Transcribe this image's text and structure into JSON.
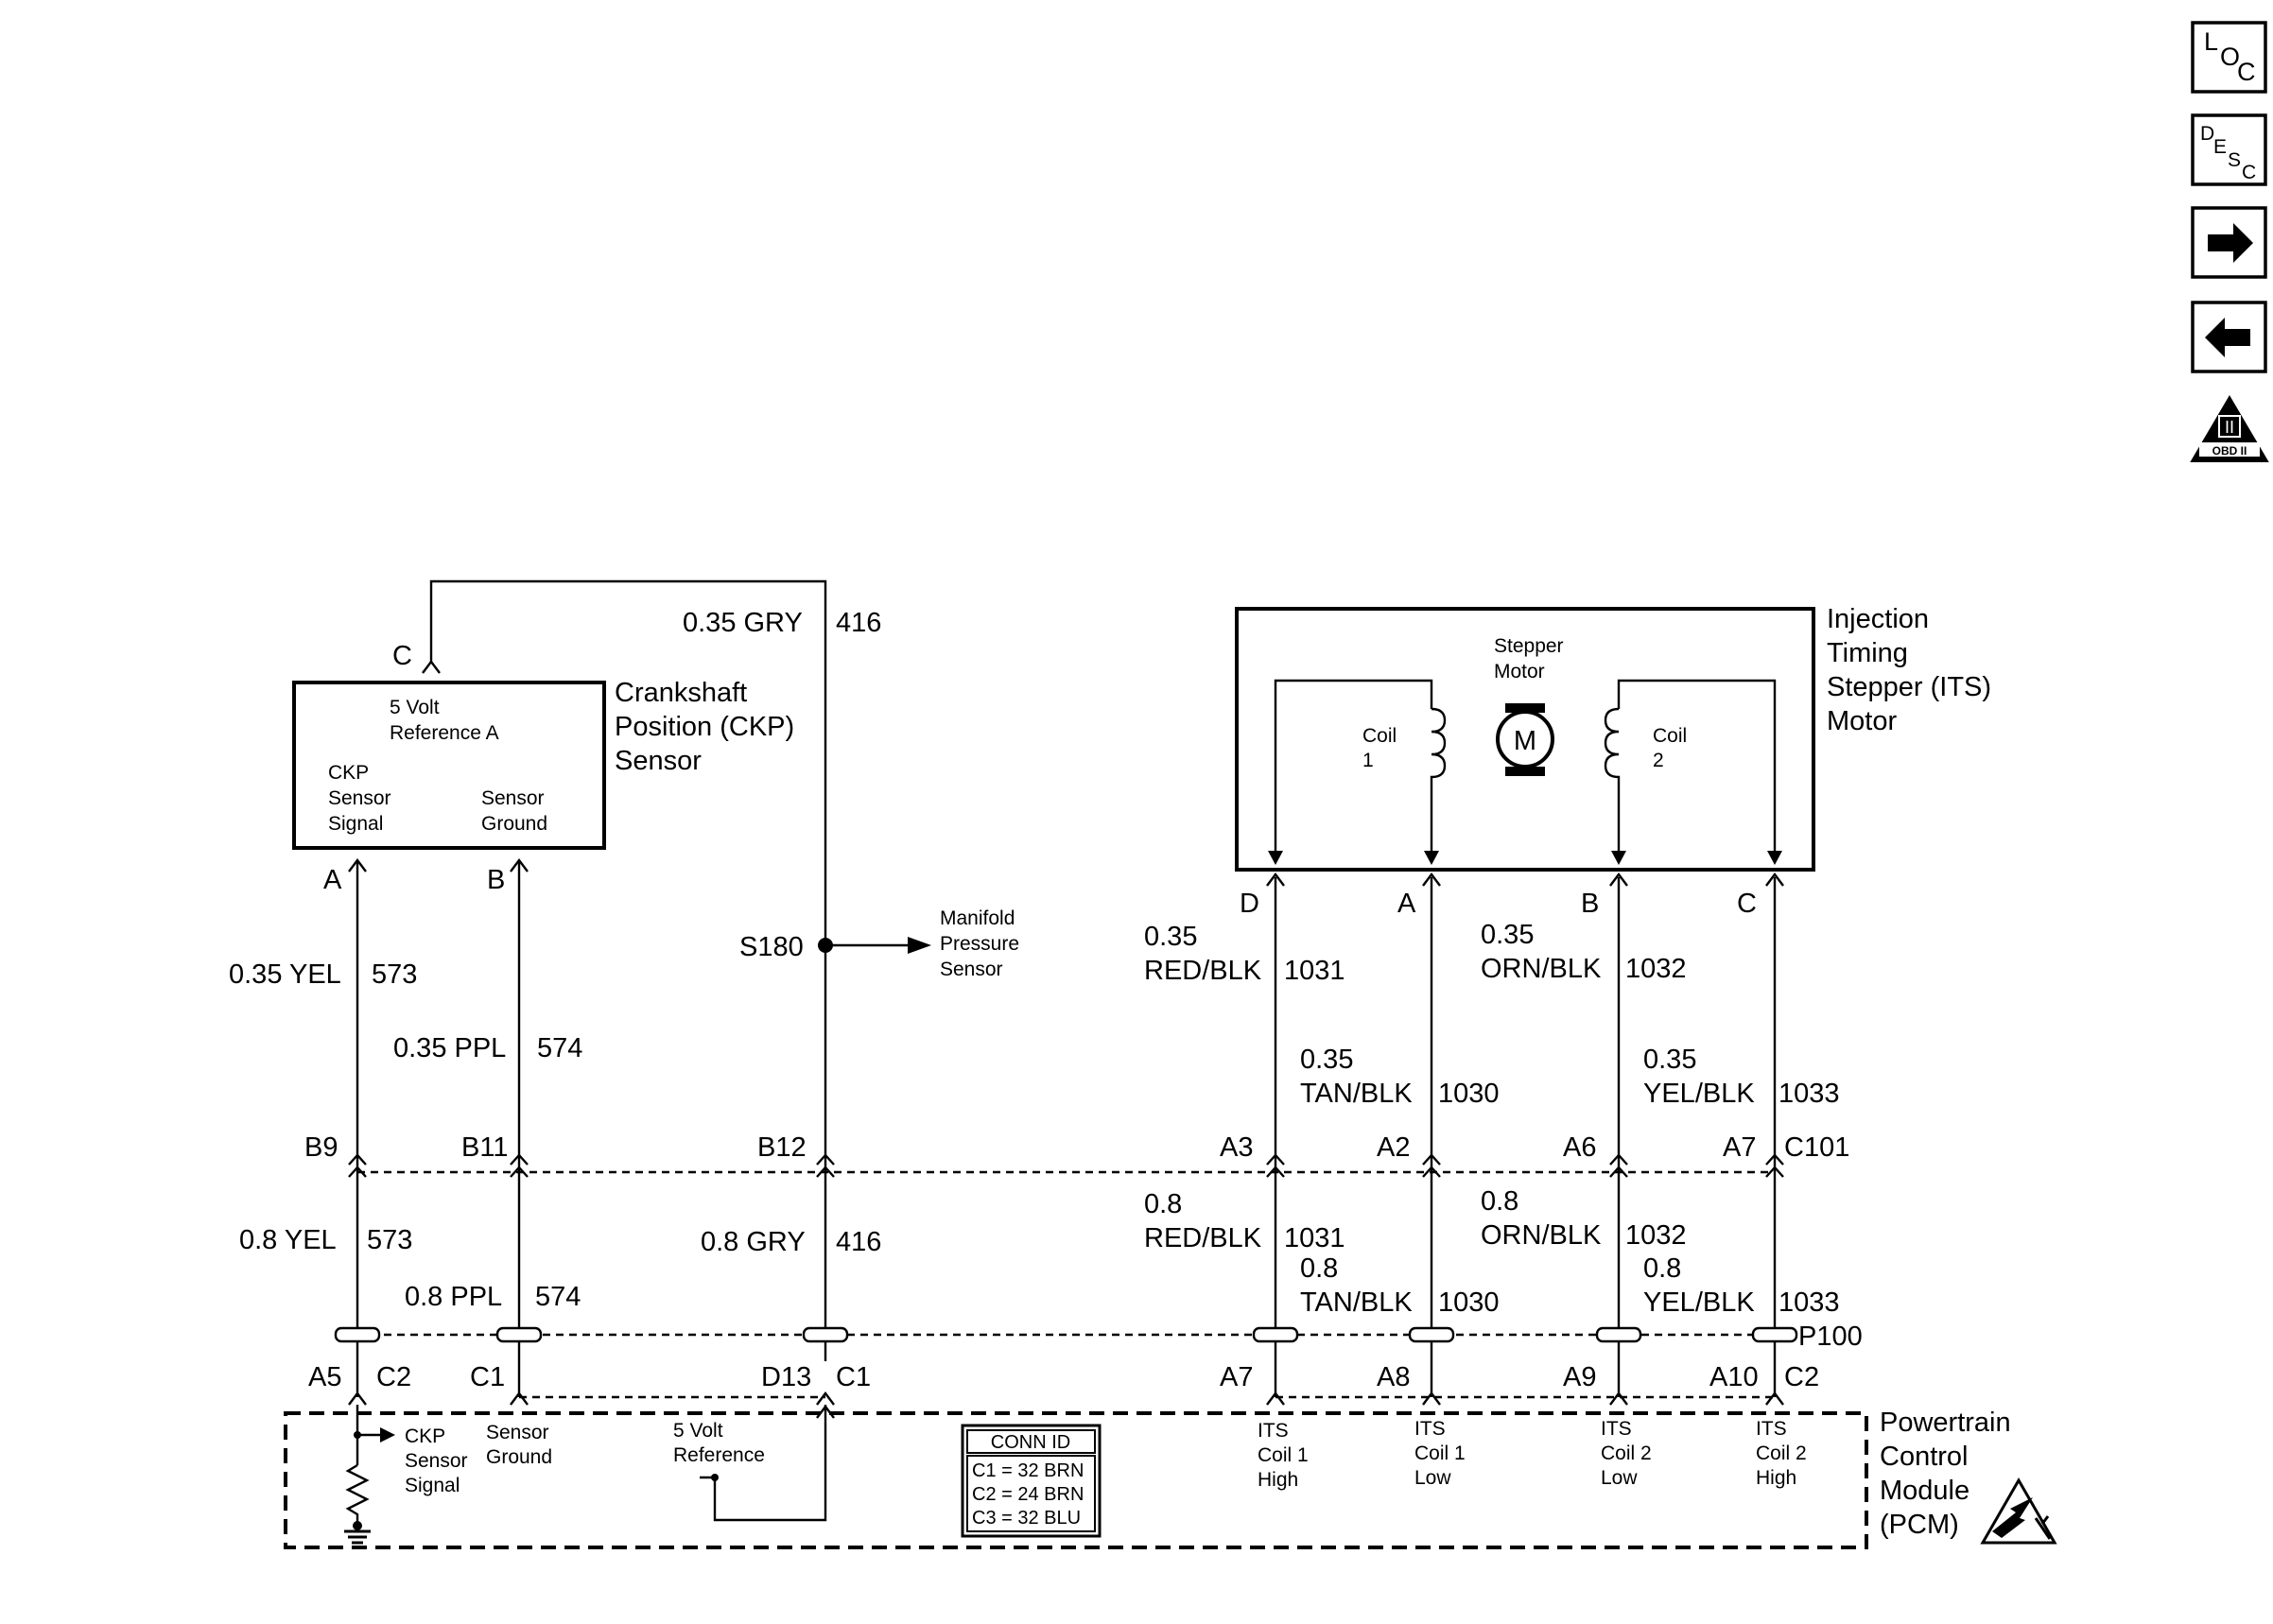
{
  "nav": {
    "loc": {
      "main": "L",
      "sub1": "O",
      "sub2": "C"
    },
    "desc": {
      "main": "D",
      "sub1": "E",
      "sub2": "S",
      "sub3": "C"
    },
    "obd": {
      "roman": "II",
      "text": "OBD II"
    }
  },
  "ckp_sensor": {
    "title_lines": [
      "Crankshaft",
      "Position (CKP)",
      "Sensor"
    ],
    "ref_lines": [
      "5 Volt",
      "Reference A"
    ],
    "signal_lines": [
      "CKP",
      "Sensor",
      "Signal"
    ],
    "ground_lines": [
      "Sensor",
      "Ground"
    ],
    "pin_c": "C",
    "pin_a": "A",
    "pin_b": "B"
  },
  "its_motor": {
    "title_lines": [
      "Injection",
      "Timing",
      "Stepper (ITS)",
      "Motor"
    ],
    "stepper_lines": [
      "Stepper",
      "Motor"
    ],
    "motor_symbol": "M",
    "coil1_lines": [
      "Coil",
      "1"
    ],
    "coil2_lines": [
      "Coil",
      "2"
    ],
    "pins": [
      "D",
      "A",
      "B",
      "C"
    ]
  },
  "splice": {
    "id": "S180",
    "target_lines": [
      "Manifold",
      "Pressure",
      "Sensor"
    ]
  },
  "wires_upper": {
    "gry": {
      "size_color": "0.35 GRY",
      "circuit": "416"
    },
    "yel": {
      "size_color": "0.35 YEL",
      "circuit": "573"
    },
    "ppl": {
      "size_color": "0.35 PPL",
      "circuit": "574"
    },
    "redblk": {
      "size": "0.35",
      "color": "RED/BLK",
      "circuit": "1031"
    },
    "tanblk": {
      "size": "0.35",
      "color": "TAN/BLK",
      "circuit": "1030"
    },
    "ornblk": {
      "size": "0.35",
      "color": "ORN/BLK",
      "circuit": "1032"
    },
    "yelblk": {
      "size": "0.35",
      "color": "YEL/BLK",
      "circuit": "1033"
    }
  },
  "connector_c101": {
    "id": "C101",
    "pins": [
      "B9",
      "B11",
      "B12",
      "A3",
      "A2",
      "A6",
      "A7"
    ]
  },
  "wires_lower": {
    "yel": {
      "size_color": "0.8 YEL",
      "circuit": "573"
    },
    "ppl": {
      "size_color": "0.8 PPL",
      "circuit": "574"
    },
    "gry": {
      "size_color": "0.8 GRY",
      "circuit": "416"
    },
    "redblk": {
      "size": "0.8",
      "color": "RED/BLK",
      "circuit": "1031"
    },
    "tanblk": {
      "size": "0.8",
      "color": "TAN/BLK",
      "circuit": "1030"
    },
    "ornblk": {
      "size": "0.8",
      "color": "ORN/BLK",
      "circuit": "1032"
    },
    "yelblk": {
      "size": "0.8",
      "color": "YEL/BLK",
      "circuit": "1033"
    }
  },
  "connector_p100": {
    "id": "P100"
  },
  "pcm_pins": {
    "p1": "A5",
    "p1c": "C2",
    "p2": "C1",
    "p3": "D13",
    "p3c": "C1",
    "p4": "A7",
    "p5": "A8",
    "p6": "A9",
    "p7": "A10",
    "p7c": "C2"
  },
  "pcm": {
    "title_lines": [
      "Powertrain",
      "Control",
      "Module",
      "(PCM)"
    ],
    "ckp_signal_lines": [
      "CKP",
      "Sensor",
      "Signal"
    ],
    "sensor_ground_lines": [
      "Sensor",
      "Ground"
    ],
    "vref_lines": [
      "5 Volt",
      "Reference"
    ],
    "conn_id": {
      "title": "CONN ID",
      "rows": [
        "C1 = 32 BRN",
        "C2 = 24 BRN",
        "C3 = 32 BLU"
      ]
    },
    "its_coil1_high": [
      "ITS",
      "Coil 1",
      "High"
    ],
    "its_coil1_low": [
      "ITS",
      "Coil 1",
      "Low"
    ],
    "its_coil2_low": [
      "ITS",
      "Coil 2",
      "Low"
    ],
    "its_coil2_high": [
      "ITS",
      "Coil 2",
      "High"
    ]
  }
}
